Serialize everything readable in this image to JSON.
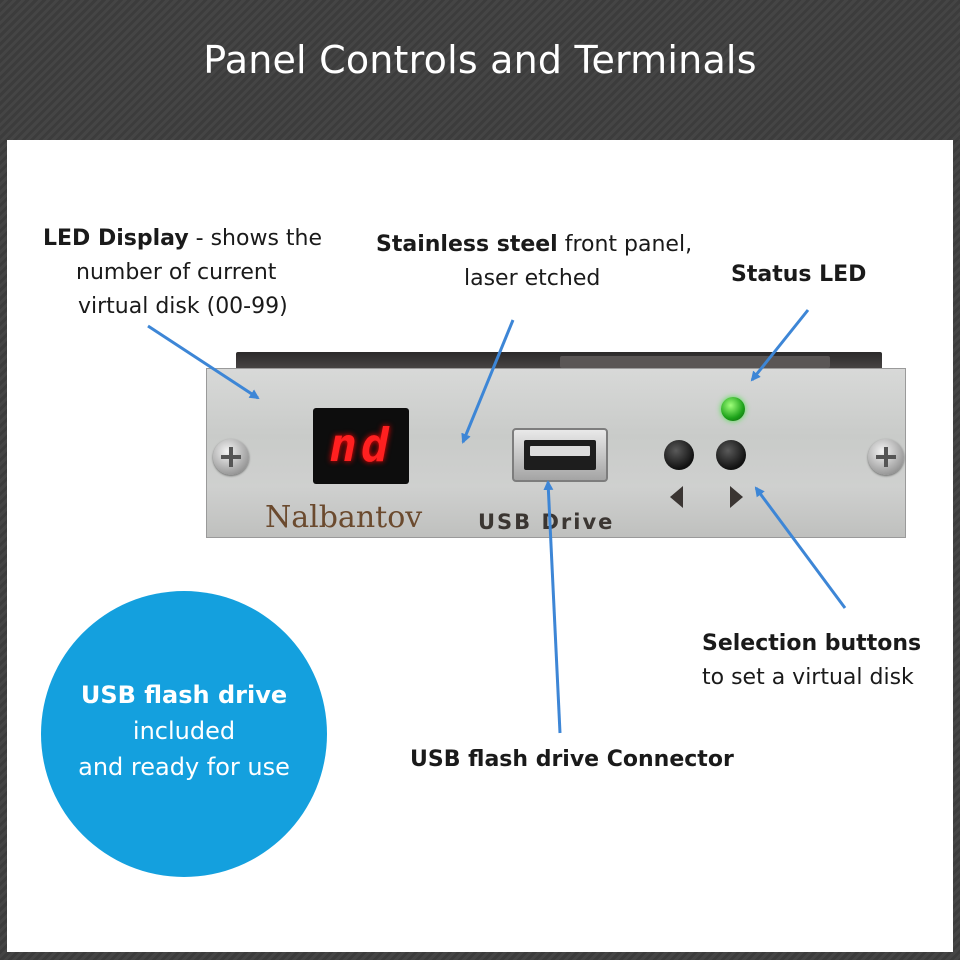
{
  "header": {
    "title": "Panel Controls and Terminals"
  },
  "callouts": {
    "led_display": {
      "bold": "LED Display",
      "rest1": " - shows the",
      "line2": "number of current",
      "line3": "virtual disk (00-99)"
    },
    "panel": {
      "bold": "Stainless steel",
      "rest1": " front panel,",
      "line2": "laser etched"
    },
    "status_led": {
      "bold": "Status LED"
    },
    "selection": {
      "bold": "Selection buttons",
      "line2": "to set a virtual disk"
    },
    "connector": {
      "bold": "USB flash drive Connector"
    }
  },
  "device": {
    "display_digits": "nd",
    "brand": "Nalbantov",
    "usb_label": "USB Drive",
    "status_led_color": "#22c022",
    "display_color": "#ff2020"
  },
  "badge": {
    "line1": "USB flash drive",
    "line2": "included",
    "line3": "and ready for use",
    "color": "#14a0de"
  },
  "colors": {
    "arrow": "#3d86d6",
    "header": "#3c3c3c"
  },
  "icons": [
    "left-arrow-icon",
    "right-arrow-icon",
    "screw-icon"
  ]
}
